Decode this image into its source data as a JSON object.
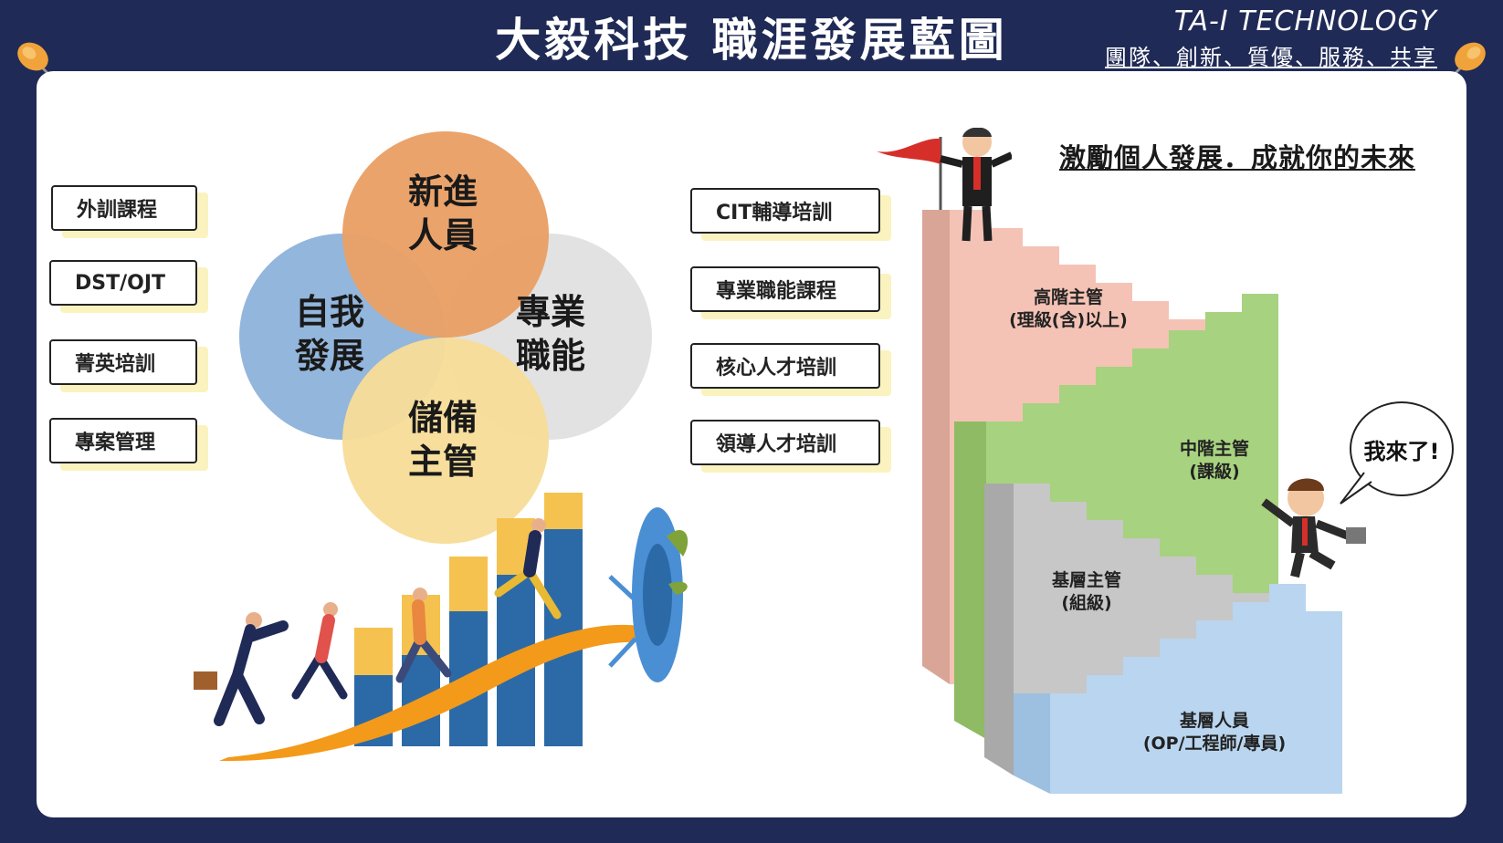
{
  "header": {
    "title": "大毅科技  職涯發展藍圖",
    "brand_en": "TA-I TECHNOLOGY",
    "brand_tagline": "團隊、創新、質優、服務、共享"
  },
  "left_buttons": [
    "外訓課程",
    "DST/OJT",
    "菁英培訓",
    "專案管理"
  ],
  "right_buttons": [
    "CIT輔導培訓",
    "專業職能課程",
    "核心人才培訓",
    "領導人才培訓"
  ],
  "venn": {
    "top": "新進\n人員",
    "left": "自我\n發展",
    "right": "專業\n職能",
    "bottom": "儲備\n主管"
  },
  "slogan": "激勵個人發展．成就你的未來",
  "stairs": {
    "level4": "高階主管\n(理級(含)以上)",
    "level3": "中階主管\n(課級)",
    "level2": "基層主管\n(組級)",
    "level1": "基層人員\n(OP/工程師/專員)"
  },
  "speech_bubble": "我來了!",
  "colors": {
    "background": "#1f2a56",
    "venn_top": "#e9a066",
    "venn_left": "#93b6dc",
    "venn_right": "#e2e2e2",
    "venn_bottom": "#f7dd98",
    "stair_pink": "#f4c3b5",
    "stair_green": "#a7d27f",
    "stair_gray": "#c7c7c7",
    "stair_blue": "#b9d5ef",
    "button_shadow": "#fbf3bf"
  },
  "icons": [
    "pushpin-icon",
    "flag-icon",
    "target-icon",
    "arrow-icon"
  ]
}
